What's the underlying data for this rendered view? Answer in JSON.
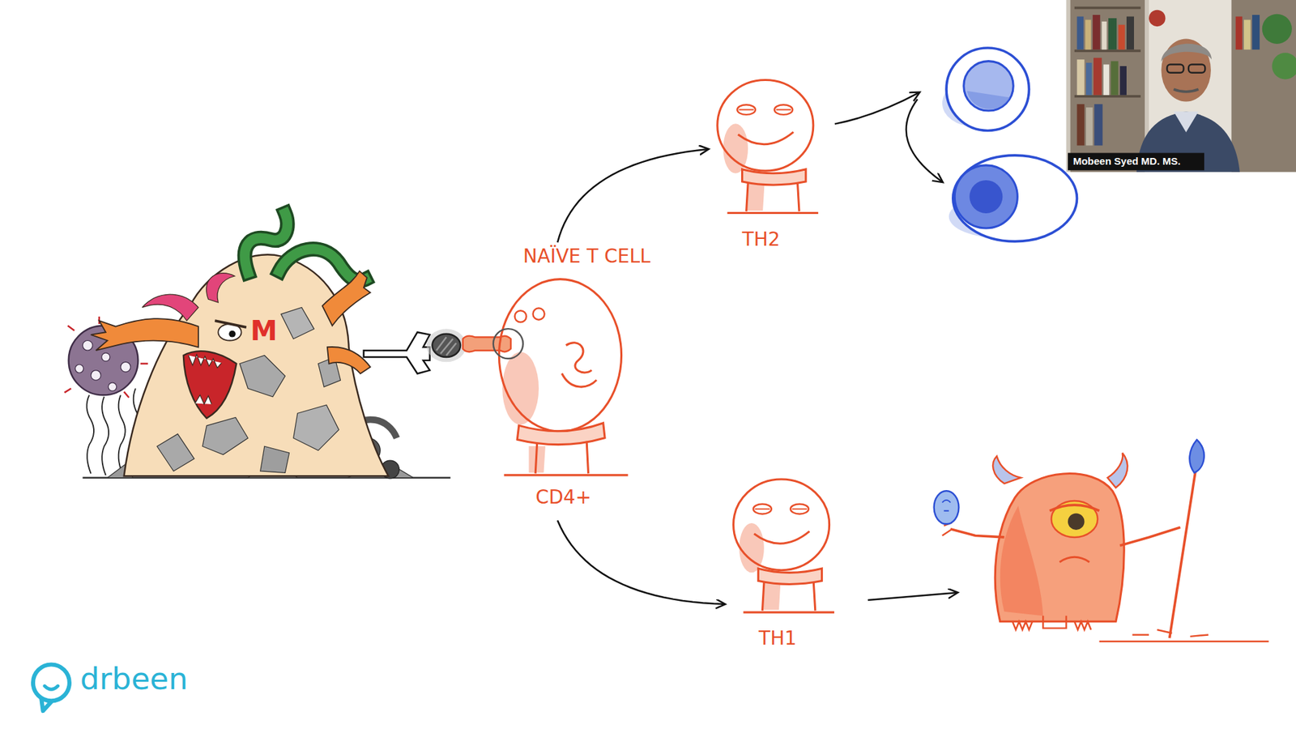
{
  "diagram": {
    "nodes": [
      {
        "text": [
          "NAÏVE T CELL",
          "CD4+"
        ]
      },
      {
        "text": [
          "TH2"
        ]
      },
      {
        "text": [
          "TH1"
        ]
      }
    ],
    "edges": [
      {
        "from": 0,
        "to": 1,
        "arrow": "to"
      },
      {
        "from": 0,
        "to": 2,
        "arrow": "to"
      }
    ],
    "labels": [
      "M",
      "Mobeen Syed MD. MS.",
      "drbeen"
    ]
  }
}
